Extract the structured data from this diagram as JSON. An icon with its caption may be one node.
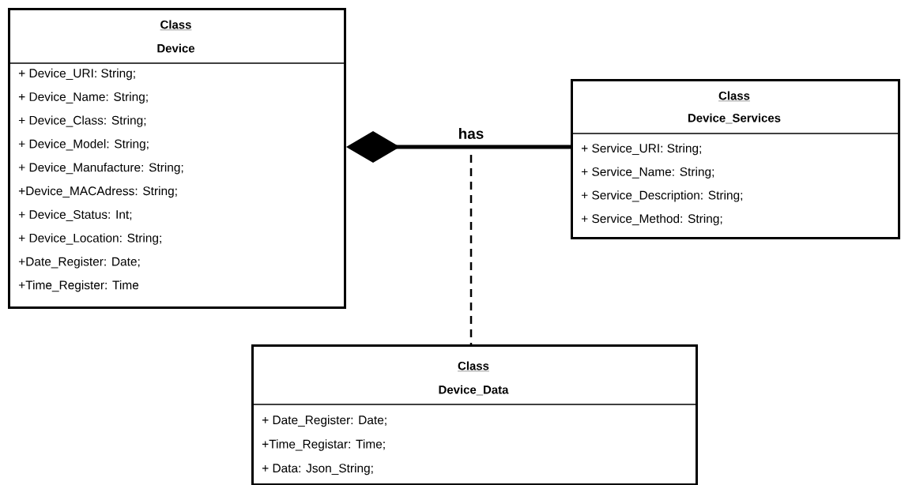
{
  "diagram": {
    "nodes": [
      {
        "text": [
          "Class",
          "Device",
          "+ Device_URI: String;",
          "+ Device_Name: String;",
          "+ Device_Class: String;",
          "+ Device_Model: String;",
          "+ Device_Manufacture: String;",
          "+Device_MACAdress: String;",
          "+ Device_Status: Int;",
          "+ Device_Location: String;",
          "+Date_Register: Date;",
          "+Time_Register: Time"
        ]
      },
      {
        "text": [
          "Class",
          "Device_Services",
          "+ Service_URI: String;",
          "+ Service_Name: String;",
          "+ Service_Description: String;",
          "+ Service_Method: String;"
        ]
      },
      {
        "text": [
          "Class",
          "Device_Data",
          "+ Date_Register: Date;",
          "+Time_Registar: Time;",
          "+ Data: Json_String;"
        ]
      }
    ],
    "edges": [
      {
        "from": 0,
        "to": 1,
        "arrow": "other",
        "label": "has",
        "style": "thick"
      },
      {
        "from": null,
        "to": 2,
        "arrow": "none",
        "style": "dashed"
      }
    ]
  }
}
